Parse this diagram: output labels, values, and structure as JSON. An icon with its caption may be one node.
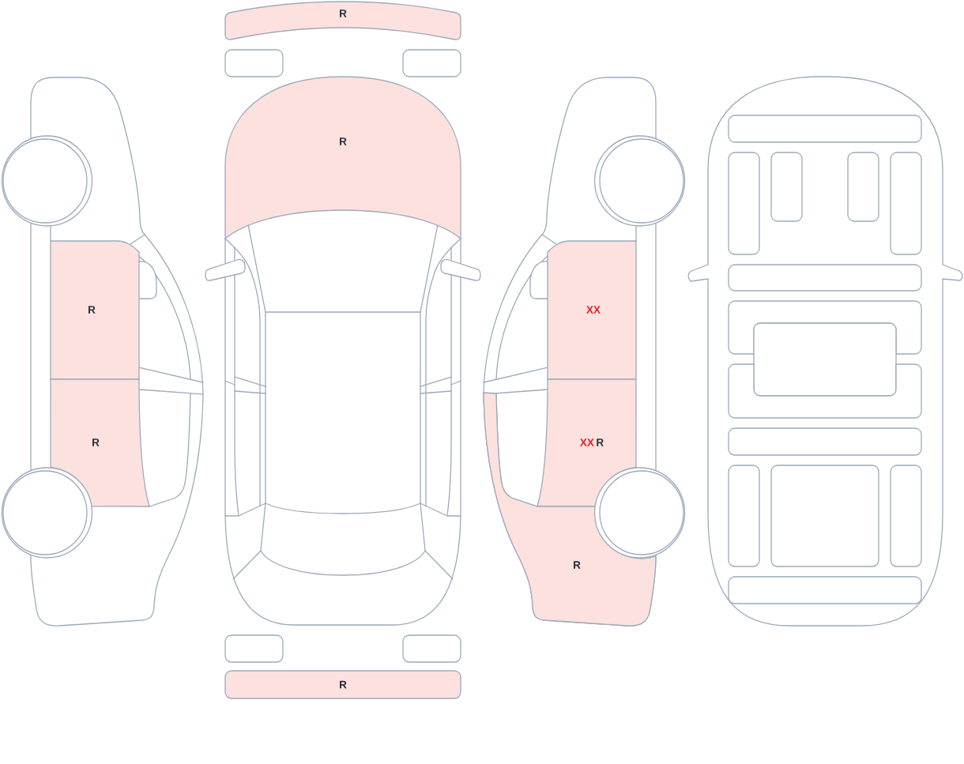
{
  "diagram": {
    "nodes": [
      {
        "text": [
          "R"
        ]
      },
      {
        "text": [
          "R"
        ]
      },
      {
        "text": [
          "R"
        ]
      },
      {
        "text": [],
        "shape": "box"
      },
      {
        "text": [],
        "shape": "box"
      },
      {
        "text": [
          "R"
        ]
      },
      {
        "text": [],
        "shape": "box"
      },
      {
        "text": [],
        "shape": "box"
      },
      {
        "text": [
          "R"
        ]
      },
      {
        "text": [
          "XX"
        ]
      },
      {
        "text": [
          "XX",
          "R"
        ]
      },
      {
        "text": [
          "R"
        ]
      },
      {
        "text": [],
        "shape": "box"
      },
      {
        "text": [],
        "shape": "box"
      },
      {
        "text": [],
        "shape": "box"
      },
      {
        "text": [],
        "shape": "box"
      },
      {
        "text": [],
        "shape": "box"
      },
      {
        "text": [],
        "shape": "box"
      },
      {
        "text": [],
        "shape": "box"
      },
      {
        "text": [],
        "shape": "box"
      },
      {
        "text": [],
        "shape": "box"
      },
      {
        "text": [],
        "shape": "box"
      },
      {
        "text": [],
        "shape": "box"
      },
      {
        "text": [],
        "shape": "box"
      },
      {
        "text": [],
        "shape": "box"
      },
      {
        "text": [],
        "shape": "box"
      }
    ]
  }
}
